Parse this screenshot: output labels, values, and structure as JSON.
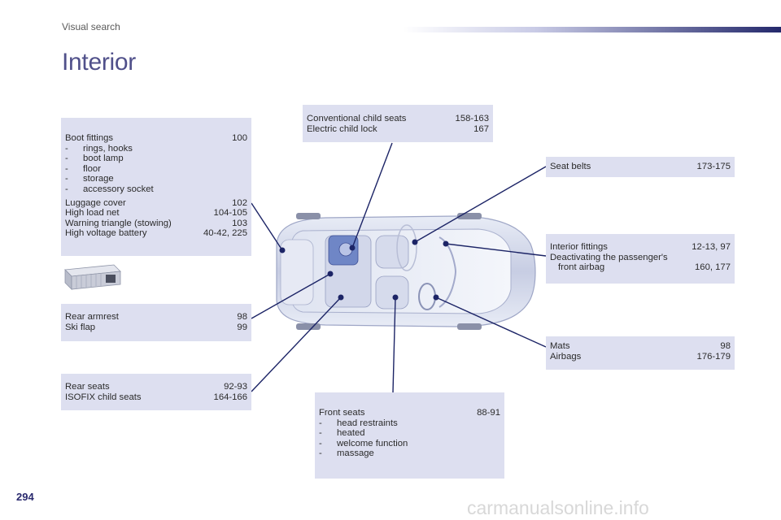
{
  "header": {
    "section": "Visual search",
    "title": "Interior"
  },
  "boot_box": {
    "title": "Boot fittings",
    "title_page": "100",
    "items": [
      "rings, hooks",
      "boot lamp",
      "floor",
      "storage",
      "accessory socket"
    ],
    "rows": [
      {
        "label": "Luggage cover",
        "page": "102"
      },
      {
        "label": "High load net",
        "page": "104-105"
      },
      {
        "label": "Warning triangle (stowing)",
        "page": "103"
      },
      {
        "label": "High voltage battery",
        "page": "40-42, 225"
      }
    ]
  },
  "conventional_box": {
    "rows": [
      {
        "label": "Conventional child seats",
        "page": "158-163"
      },
      {
        "label": "Electric child lock",
        "page": "167"
      }
    ]
  },
  "belts_box": {
    "rows": [
      {
        "label": "Seat belts",
        "page": "173-175"
      }
    ]
  },
  "interior_box": {
    "row1": {
      "label": "Interior fittings",
      "page": "12-13, 97"
    },
    "row2_line1": "Deactivating the passenger's",
    "row2_line2": "front airbag",
    "row2_page": "160, 177"
  },
  "armrest_box": {
    "rows": [
      {
        "label": "Rear armrest",
        "page": "98"
      },
      {
        "label": "Ski flap",
        "page": "99"
      }
    ]
  },
  "mats_box": {
    "rows": [
      {
        "label": "Mats",
        "page": "98"
      },
      {
        "label": "Airbags",
        "page": "176-179"
      }
    ]
  },
  "rear_box": {
    "rows": [
      {
        "label": "Rear seats",
        "page": "92-93"
      },
      {
        "label": "ISOFIX child seats",
        "page": "164-166"
      }
    ]
  },
  "front_box": {
    "title": "Front seats",
    "title_page": "88-91",
    "items": [
      "head restraints",
      "heated",
      "welcome function",
      "massage"
    ]
  },
  "bullet_dash": "-",
  "footer": {
    "page_number": "294",
    "watermark": "carmanualsonline.info"
  },
  "colors": {
    "box_bg": "#dddff0",
    "title": "#50508a",
    "leader": "#1c2466",
    "accent_bar": "#23286b"
  }
}
